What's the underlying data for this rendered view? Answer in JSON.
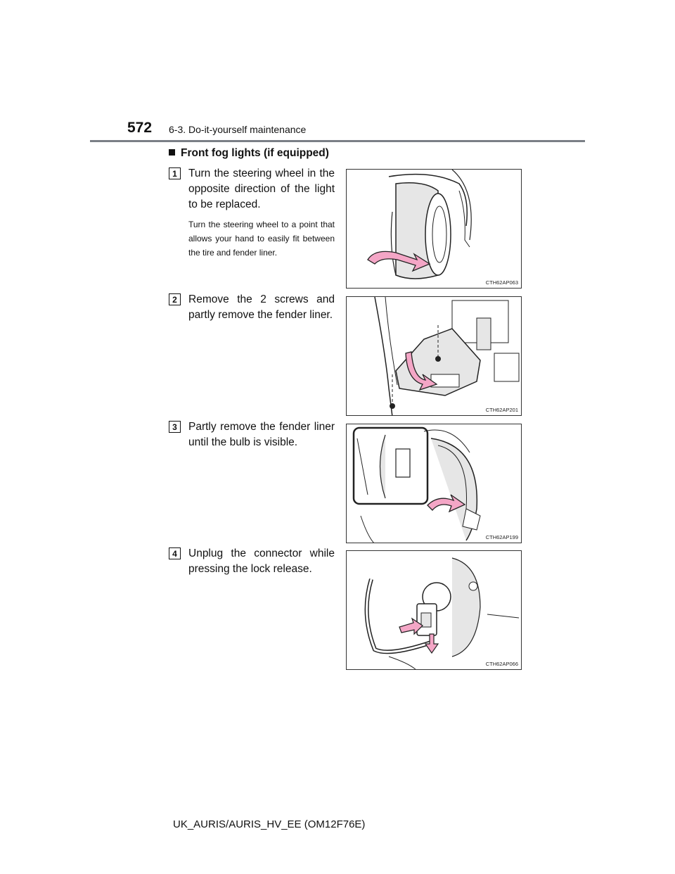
{
  "header": {
    "page_number": "572",
    "section": "6-3. Do-it-yourself maintenance"
  },
  "heading": "Front fog lights (if equipped)",
  "steps": [
    {
      "number": "1",
      "text": "Turn the steering wheel in the opposite direction of the light to be replaced.",
      "note": "Turn the steering wheel to a point that allows your hand to easily fit between the tire and fender liner.",
      "figure_code": "CTH62AP063"
    },
    {
      "number": "2",
      "text": "Remove the 2 screws and partly remove the fender liner.",
      "figure_code": "CTH62AP201"
    },
    {
      "number": "3",
      "text": "Partly remove the fender liner until the bulb is visible.",
      "figure_code": "CTH62AP199"
    },
    {
      "number": "4",
      "text": "Unplug the connector while pressing the lock release.",
      "figure_code": "CTH62AP066"
    }
  ],
  "footer": "UK_AURIS/AURIS_HV_EE (OM12F76E)",
  "colors": {
    "arrow": "#f4a6c6",
    "arrow_stroke": "#222222",
    "rule": "#7a7f86",
    "screen_tone": "#e6e6e6"
  }
}
